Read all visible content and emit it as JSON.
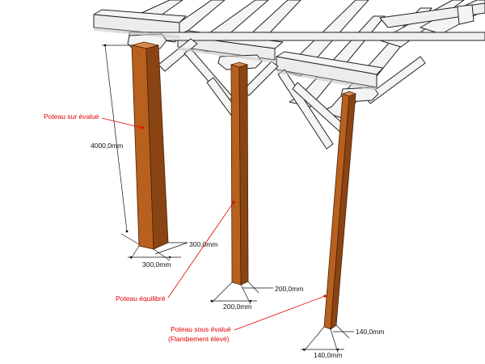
{
  "colors": {
    "timber_front": "#b8601e",
    "timber_side": "#8a4414",
    "timber_top": "#d9894a",
    "frame_white": "#f4f4f4",
    "frame_shade": "#c9c9c9",
    "frame_edge": "#222222",
    "dimension": "#111111",
    "annotation": "#e00000"
  },
  "dimensions": {
    "height_post1": "4000,0mm",
    "post1_width": "300,0mm",
    "post1_depth": "300,0mm",
    "post2_width": "200,0mm",
    "post2_depth": "200,0mm",
    "post3_width": "140,0mm",
    "post3_depth": "140,0mm"
  },
  "labels": {
    "oversized": "Poteau sur évalué",
    "balanced": "Poteau équilibré",
    "undersized_line1": "Poteau sous évalué",
    "undersized_line2": "(Flambement élevé)"
  }
}
